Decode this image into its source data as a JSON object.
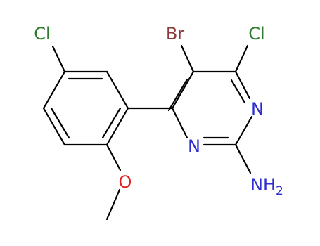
{
  "molecule": {
    "atoms": {
      "br": {
        "text": "Br",
        "color": "#8b3a3a"
      },
      "cl_pyrimidine": {
        "text": "Cl",
        "color": "#2e7d2e"
      },
      "cl_phenyl": {
        "text": "Cl",
        "color": "#2e7d2e"
      },
      "n_ring_right": {
        "text": "N",
        "color": "#2d2dcf"
      },
      "n_ring_left": {
        "text": "N",
        "color": "#2d2dcf"
      },
      "n_amine": {
        "text": "NH",
        "subscript": "2",
        "color": "#2d2dcf"
      },
      "o_methoxy": {
        "text": "O",
        "color": "#e02020"
      }
    }
  }
}
